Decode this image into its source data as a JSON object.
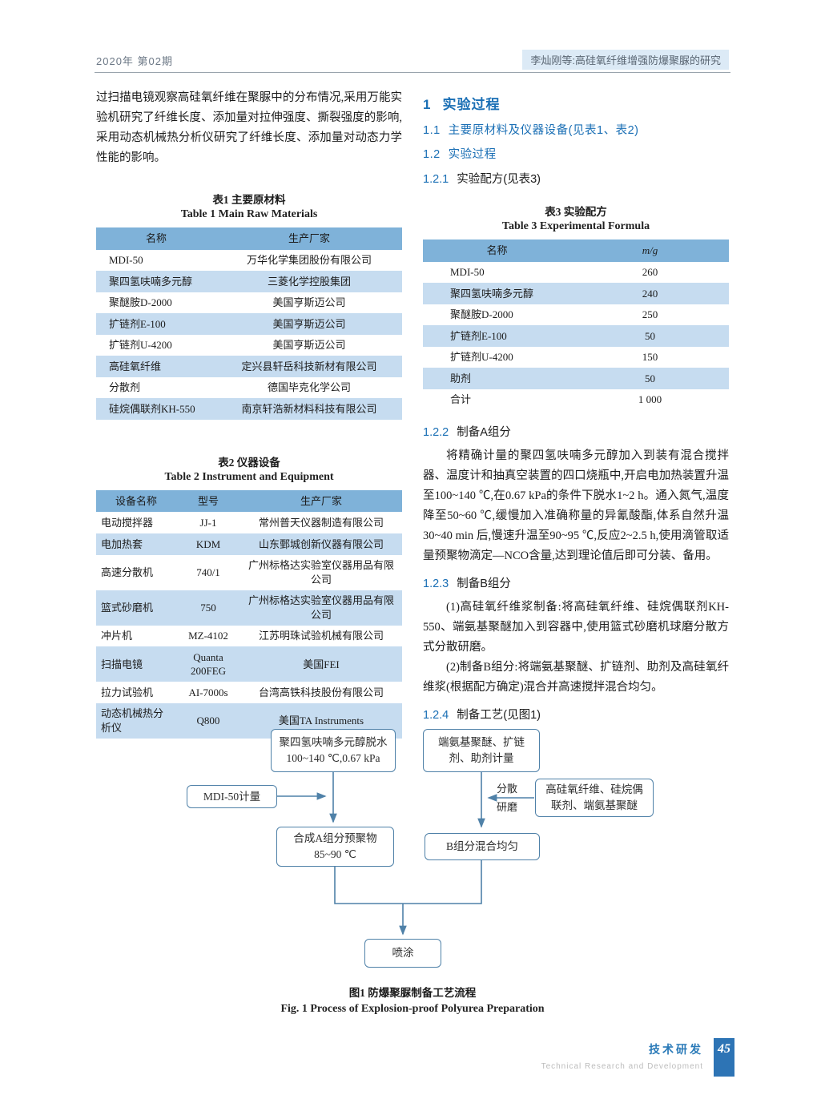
{
  "colors": {
    "heading_blue": "#1a6fb5",
    "table_header_blue": "#7fb2d9",
    "table_band_blue": "#c6dcf0",
    "flowchart_line": "#4f81a8",
    "footer_blue": "#2d74b5",
    "header_highlight": "#dceaf6"
  },
  "page": {
    "header": {
      "left": "2020年  第02期",
      "right": "李灿刚等:高硅氧纤维增强防爆聚脲的研究"
    },
    "footer": {
      "section_cn": "技术研发",
      "section_en": "Technical Research and Development",
      "page_number": "45"
    }
  },
  "left_column": {
    "intro_paragraph": "过扫描电镜观察高硅氧纤维在聚脲中的分布情况,采用万能实验机研究了纤维长度、添加量对拉伸强度、撕裂强度的影响,采用动态机械热分析仪研究了纤维长度、添加量对动态力学性能的影响。",
    "table1": {
      "title_cn": "表1  主要原材料",
      "title_en": "Table 1    Main Raw Materials",
      "headers": [
        "名称",
        "生产厂家"
      ],
      "rows": [
        [
          "MDI-50",
          "万华化学集团股份有限公司"
        ],
        [
          "聚四氢呋喃多元醇",
          "三菱化学控股集团"
        ],
        [
          "聚醚胺D-2000",
          "美国亨斯迈公司"
        ],
        [
          "扩链剂E-100",
          "美国亨斯迈公司"
        ],
        [
          "扩链剂U-4200",
          "美国亨斯迈公司"
        ],
        [
          "高硅氧纤维",
          "定兴县轩岳科技新材有限公司"
        ],
        [
          "分散剂",
          "德国毕克化学公司"
        ],
        [
          "硅烷偶联剂KH-550",
          "南京轩浩新材料科技有限公司"
        ]
      ]
    },
    "table2": {
      "title_cn": "表2  仪器设备",
      "title_en": "Table 2    Instrument and Equipment",
      "headers": [
        "设备名称",
        "型号",
        "生产厂家"
      ],
      "rows": [
        [
          "电动搅拌器",
          "JJ-1",
          "常州普天仪器制造有限公司"
        ],
        [
          "电加热套",
          "KDM",
          "山东鄄城创新仪器有限公司"
        ],
        [
          "高速分散机",
          "740/1",
          "广州标格达实验室仪器用品有限公司"
        ],
        [
          "篮式砂磨机",
          "750",
          "广州标格达实验室仪器用品有限公司"
        ],
        [
          "冲片机",
          "MZ-4102",
          "江苏明珠试验机械有限公司"
        ],
        [
          "扫描电镜",
          "Quanta 200FEG",
          "美国FEI"
        ],
        [
          "拉力试验机",
          "AI-7000s",
          "台湾高铁科技股份有限公司"
        ],
        [
          "动态机械热分析仪",
          "Q800",
          "美国TA Instruments"
        ]
      ]
    }
  },
  "right_column": {
    "section1": {
      "number": "1",
      "title": "实验过程"
    },
    "section11": {
      "number": "1.1",
      "title": "主要原材料及仪器设备(见表1、表2)"
    },
    "section12": {
      "number": "1.2",
      "title": "实验过程"
    },
    "section121": {
      "number": "1.2.1",
      "title": "实验配方(见表3)"
    },
    "table3": {
      "title_cn": "表3  实验配方",
      "title_en": "Table 3    Experimental Formula",
      "headers": [
        "名称",
        "m/g"
      ],
      "rows": [
        [
          "MDI-50",
          "260"
        ],
        [
          "聚四氢呋喃多元醇",
          "240"
        ],
        [
          "聚醚胺D-2000",
          "250"
        ],
        [
          "扩链剂E-100",
          "50"
        ],
        [
          "扩链剂U-4200",
          "150"
        ],
        [
          "助剂",
          "50"
        ],
        [
          "合计",
          "1 000"
        ]
      ]
    },
    "section122": {
      "number": "1.2.2",
      "title": "制备A组分"
    },
    "para122": "将精确计量的聚四氢呋喃多元醇加入到装有混合搅拌器、温度计和抽真空装置的四口烧瓶中,开启电加热装置升温至100~140 ℃,在0.67 kPa的条件下脱水1~2 h。通入氮气,温度降至50~60 ℃,缓慢加入准确称量的异氰酸酯,体系自然升温30~40 min 后,慢速升温至90~95 ℃,反应2~2.5 h,使用滴管取适量预聚物滴定—NCO含量,达到理论值后即可分装、备用。",
    "section123": {
      "number": "1.2.3",
      "title": "制备B组分"
    },
    "para123a": "(1)高硅氧纤维浆制备:将高硅氧纤维、硅烷偶联剂KH-550、端氨基聚醚加入到容器中,使用篮式砂磨机球磨分散方式分散研磨。",
    "para123b": "(2)制备B组分:将端氨基聚醚、扩链剂、助剂及高硅氧纤维浆(根据配方确定)混合并高速搅拌混合均匀。",
    "section124": {
      "number": "1.2.4",
      "title": "制备工艺(见图1)"
    }
  },
  "flowchart": {
    "box_dehydration": "聚四氢呋喃多元醇脱水\n100~140 ℃,0.67 kPa",
    "box_b_metering": "端氨基聚醚、扩链\n剂、助剂计量",
    "box_mdi": "MDI-50计量",
    "box_fiber": "高硅氧纤维、硅烷偶\n联剂、端氨基聚醚",
    "label_disperse": "分散",
    "label_grind": "研磨",
    "box_prepolymer": "合成A组分预聚物\n85~90 ℃",
    "box_b_mix": "B组分混合均匀",
    "box_spray": "喷涂",
    "caption_cn": "图1  防爆聚脲制备工艺流程",
    "caption_en": "Fig. 1    Process of Explosion-proof Polyurea Preparation"
  }
}
